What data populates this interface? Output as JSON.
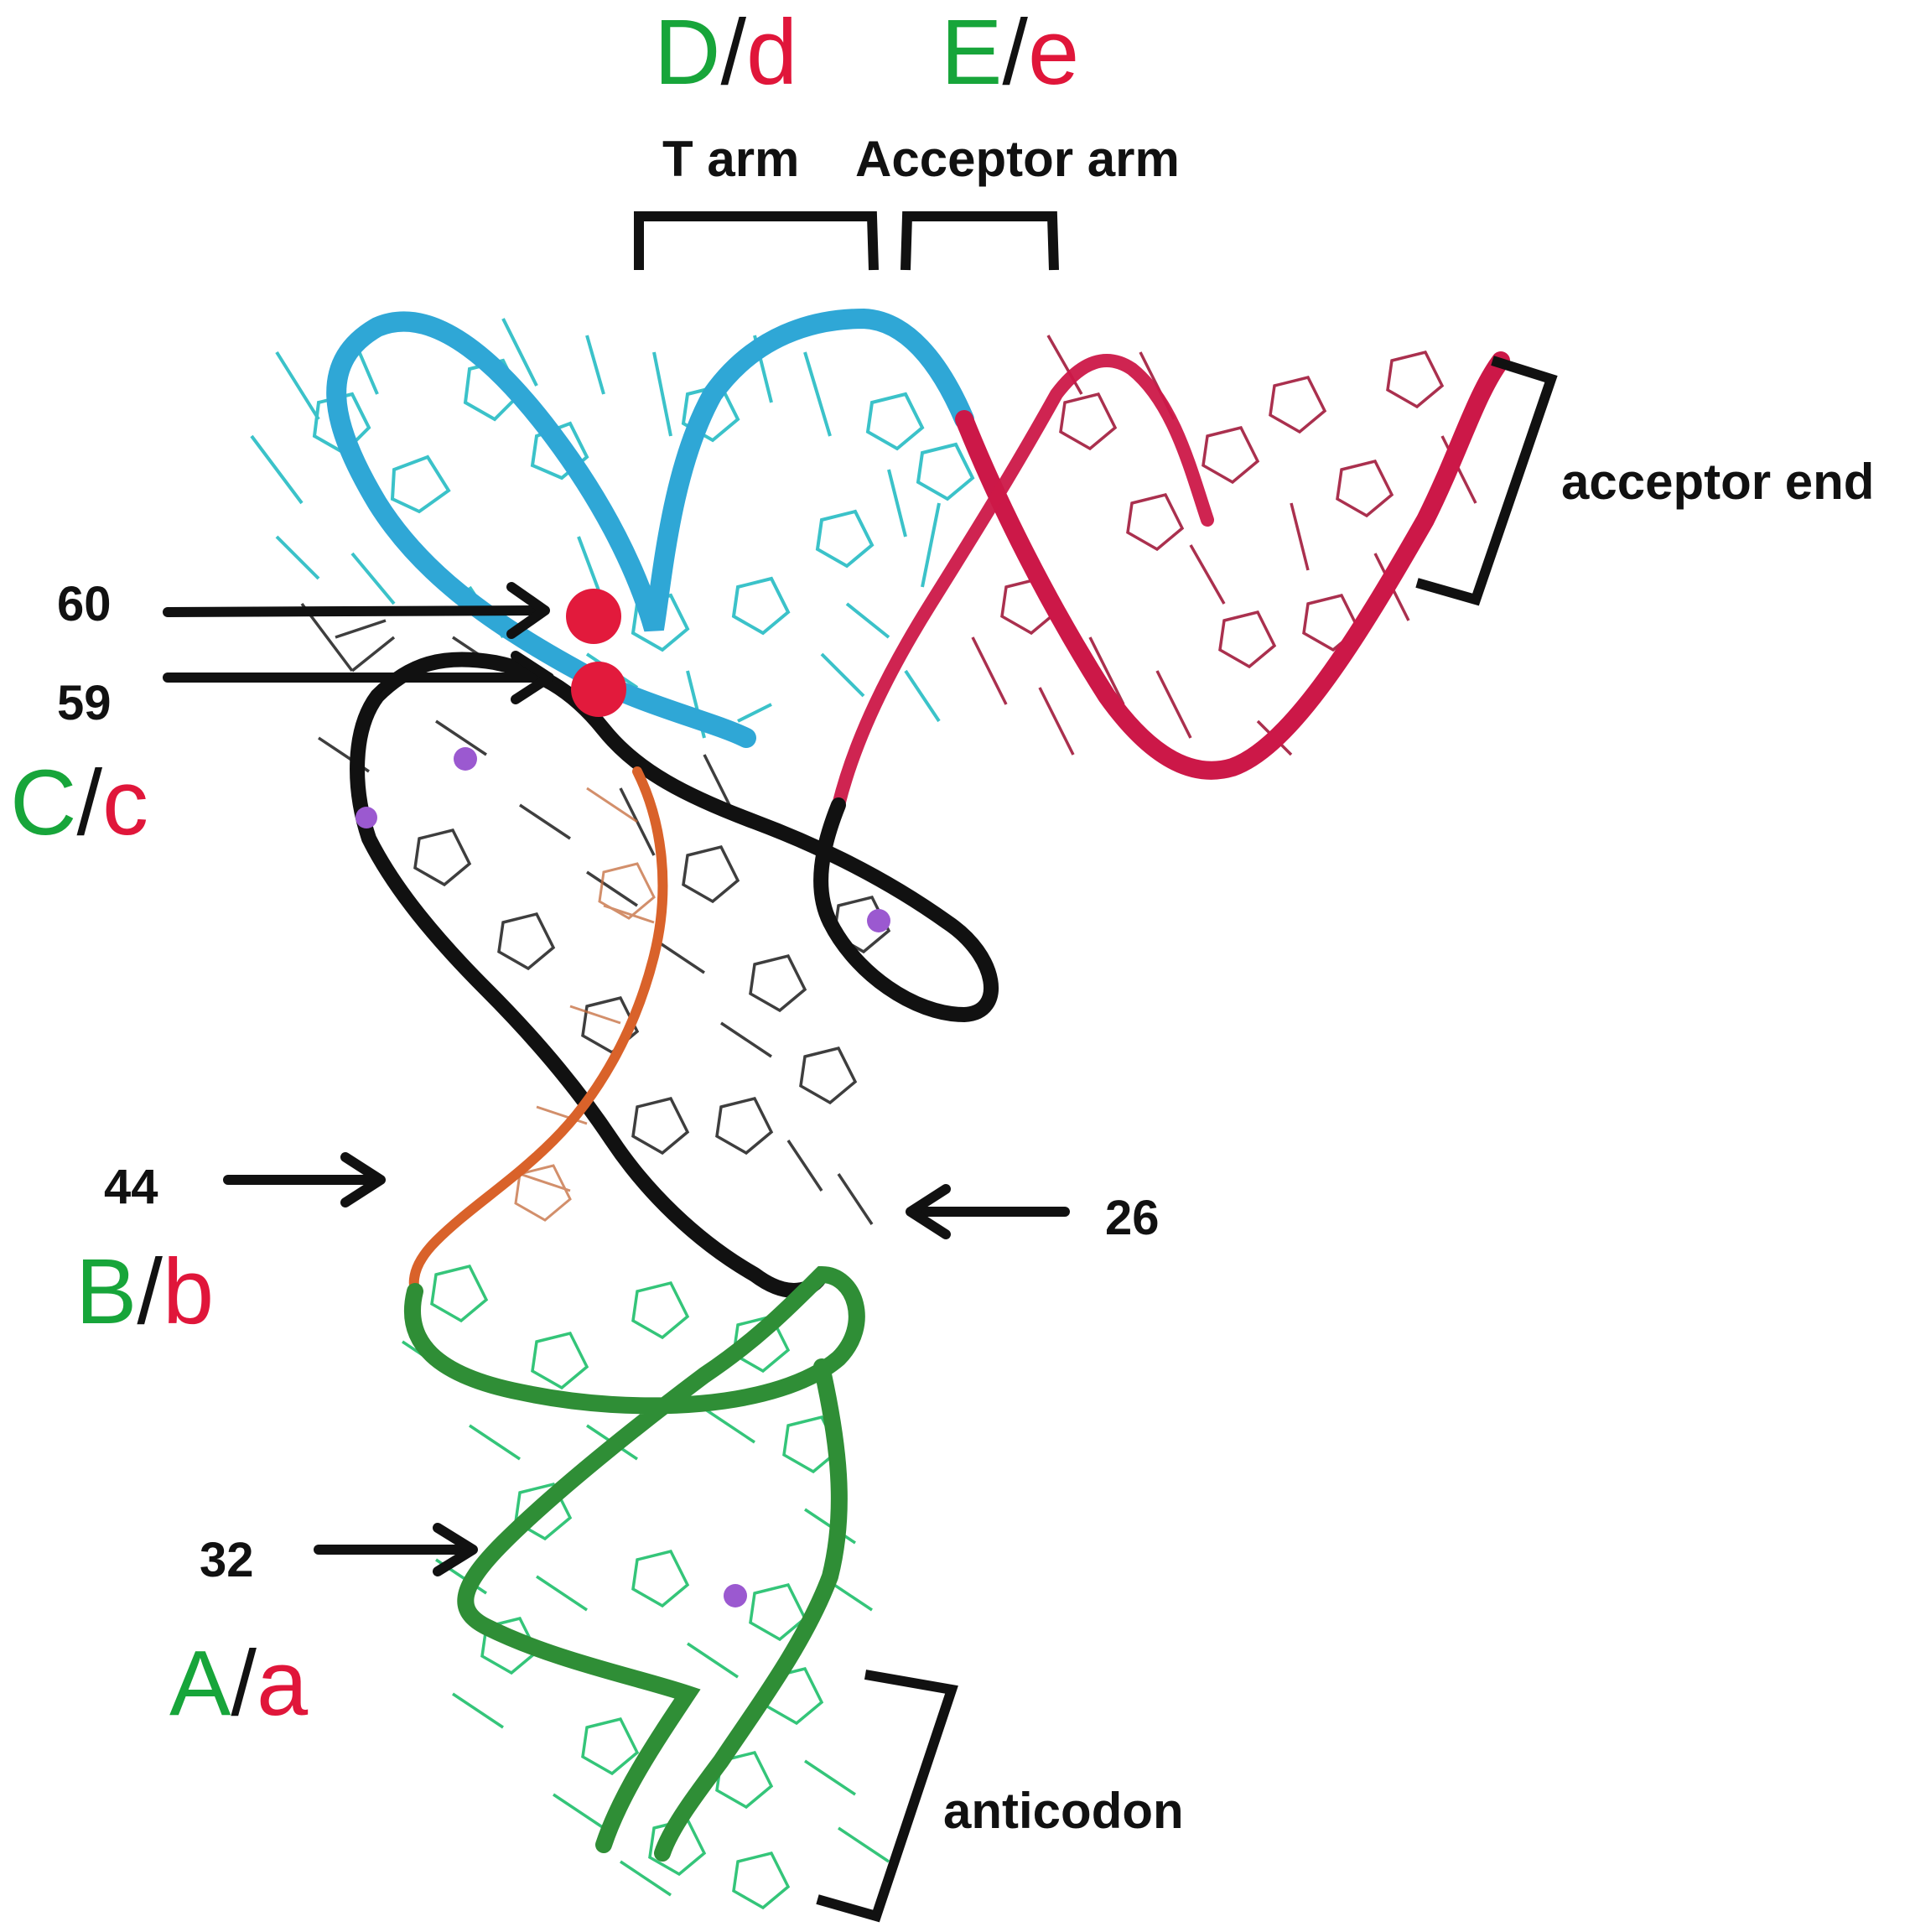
{
  "colors": {
    "green": "#17a53a",
    "red": "#e0163a",
    "black": "#111111",
    "cyan_ribbon": "#2fa7d6",
    "cyan_wire": "#19b8c0",
    "red_ribbon": "#cc1848",
    "red_wire": "#a11a3b",
    "green_ribbon": "#2f8e36",
    "green_wire": "#1fbf6b",
    "orange_ribbon": "#d9622a",
    "ion": "#9b59d0",
    "marker": "#e21a3c"
  },
  "region_labels": [
    {
      "id": "d",
      "upper": "D",
      "slash": "/",
      "lower": "d"
    },
    {
      "id": "e",
      "upper": "E",
      "slash": "/",
      "lower": "e"
    },
    {
      "id": "c",
      "upper": "C",
      "slash": "/",
      "lower": "c"
    },
    {
      "id": "b",
      "upper": "B",
      "slash": "/",
      "lower": "b"
    },
    {
      "id": "a",
      "upper": "A",
      "slash": "/",
      "lower": "a"
    }
  ],
  "arm_labels": {
    "t_arm": "T arm",
    "acceptor_arm": "Acceptor arm",
    "acceptor_end": "acceptor end",
    "anticodon": "anticodon"
  },
  "position_labels": {
    "p60": "60",
    "p59": "59",
    "p44": "44",
    "p26": "26",
    "p32": "32"
  }
}
